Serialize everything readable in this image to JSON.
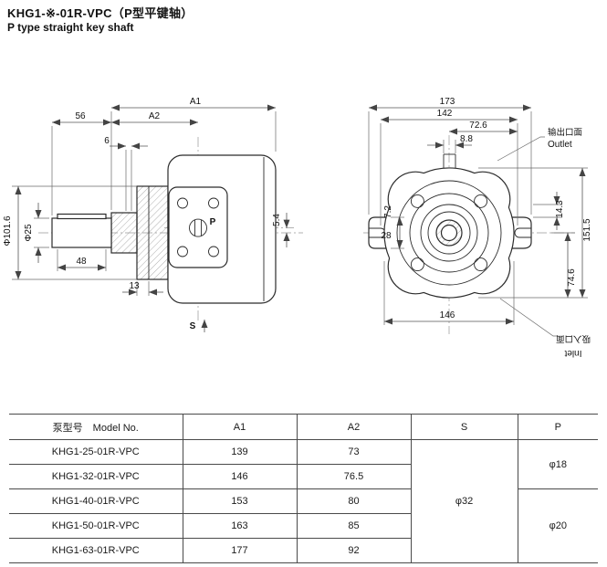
{
  "title": "KHG1-※-01R-VPC（P型平键轴）",
  "subtitle": "P type  straight key shaft",
  "left_view": {
    "a1": "A1",
    "d56": "56",
    "a2": "A2",
    "d6": "6",
    "phi101": "Φ101.6",
    "phi25": "Φ25",
    "d48": "48",
    "d13": "13",
    "d54": "5.4",
    "p": "P",
    "s": "S"
  },
  "right_view": {
    "d173": "173",
    "d142": "142",
    "d726": "72.6",
    "d88": "8.8",
    "d72": "7.2",
    "d28": "28",
    "d143": "14.3",
    "d1515": "151.5",
    "d746": "74.6",
    "d146": "146",
    "outlet_cn": "输出口面",
    "outlet_en": "Outlet",
    "inlet_cn": "吸入口面",
    "inlet_en": "Inlet"
  },
  "table": {
    "headers": [
      "泵型号　Model No.",
      "A1",
      "A2",
      "S",
      "P"
    ],
    "rows": [
      {
        "model": "KHG1-25-01R-VPC",
        "a1": "139",
        "a2": "73"
      },
      {
        "model": "KHG1-32-01R-VPC",
        "a1": "146",
        "a2": "76.5"
      },
      {
        "model": "KHG1-40-01R-VPC",
        "a1": "153",
        "a2": "80"
      },
      {
        "model": "KHG1-50-01R-VPC",
        "a1": "163",
        "a2": "85"
      },
      {
        "model": "KHG1-63-01R-VPC",
        "a1": "177",
        "a2": "92"
      }
    ],
    "s_value": "φ32",
    "p_value_small": "φ18",
    "p_value_large": "φ20"
  }
}
